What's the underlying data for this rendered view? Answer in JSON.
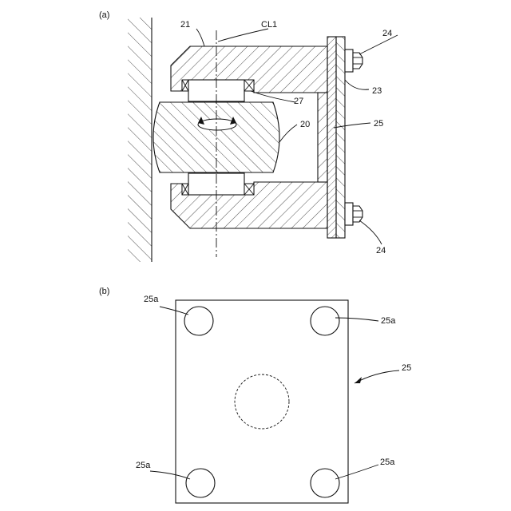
{
  "panel_a": {
    "label": "(a)",
    "refs": {
      "r21": "21",
      "cl1": "CL1",
      "r24_top": "24",
      "r23": "23",
      "r27": "27",
      "r20": "20",
      "r25": "25",
      "r24_bottom": "24"
    }
  },
  "panel_b": {
    "label": "(b)",
    "refs": {
      "hole_tl": "25a",
      "hole_tr": "25a",
      "plate": "25",
      "hole_bl": "25a",
      "hole_br": "25a"
    }
  }
}
